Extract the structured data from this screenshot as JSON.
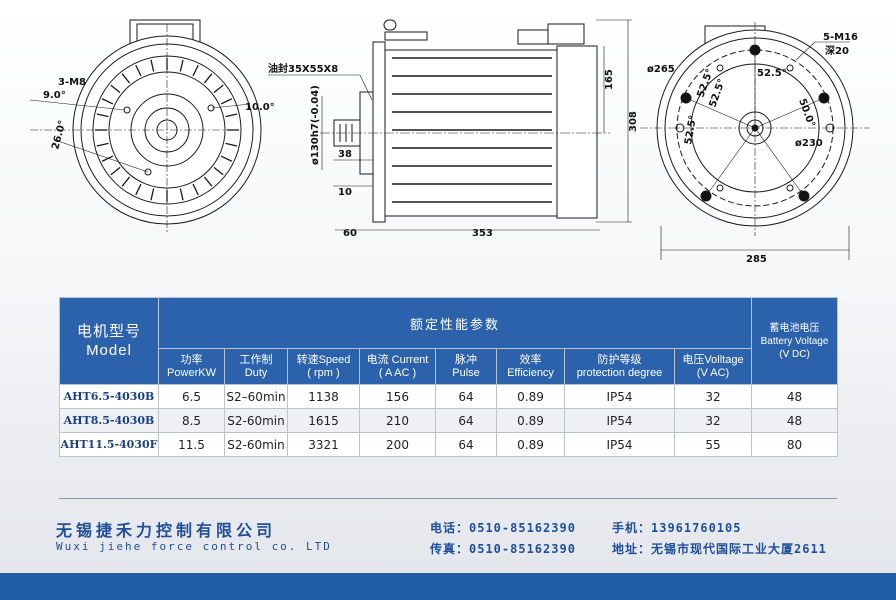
{
  "drawing": {
    "front_labels": [
      "3-M8",
      "9.0°",
      "10.0°",
      "26.0°"
    ],
    "side_labels": [
      "油封35X55X8",
      "ø130h7(-0.04)",
      "38",
      "10",
      "60",
      "353",
      "165",
      "308"
    ],
    "rear_labels": [
      "ø265",
      "52.5°",
      "52.5°",
      "52.5°",
      "50.0°",
      "52.5°",
      "ø230",
      "5-M16",
      "深20",
      "285"
    ]
  },
  "table": {
    "model_header_cn": "电机型号",
    "model_header_en": "Model",
    "rated_header": "额定性能参数",
    "battery_header_cn": "蓄电池电压",
    "battery_header_en": "Battery Voltage",
    "battery_header_unit": "(V DC)",
    "columns": [
      {
        "cn": "功率",
        "en": "PowerKW"
      },
      {
        "cn": "工作制",
        "en": "Duty"
      },
      {
        "cn": "转速Speed",
        "en": "( rpm )"
      },
      {
        "cn": "电流 Current",
        "en": "( A AC )"
      },
      {
        "cn": "脉冲",
        "en": "Pulse"
      },
      {
        "cn": "效率",
        "en": "Efficiency"
      },
      {
        "cn": "防护等级",
        "en": "protection degree"
      },
      {
        "cn": "电压Volltage",
        "en": "(V AC)"
      }
    ],
    "rows": [
      {
        "model": "AHT6.5-4030B",
        "power": "6.5",
        "duty": "S2–60min",
        "speed": "1138",
        "current": "156",
        "pulse": "64",
        "efficiency": "0.89",
        "protection": "IP54",
        "voltage": "32",
        "battery": "48"
      },
      {
        "model": "AHT8.5-4030B",
        "power": "8.5",
        "duty": "S2-60min",
        "speed": "1615",
        "current": "210",
        "pulse": "64",
        "efficiency": "0.89",
        "protection": "IP54",
        "voltage": "32",
        "battery": "48"
      },
      {
        "model": "AHT11.5-4030F",
        "power": "11.5",
        "duty": "S2-60min",
        "speed": "3321",
        "current": "200",
        "pulse": "64",
        "efficiency": "0.89",
        "protection": "IP54",
        "voltage": "55",
        "battery": "80"
      }
    ]
  },
  "footer": {
    "company_cn": "无锡捷禾力控制有限公司",
    "company_en": "Wuxi jiehe force control co. LTD",
    "phone": "电话：0510-85162390",
    "fax": "传真：0510-85162390",
    "mobile": "手机：13961760105",
    "address": "地址：无锡市现代国际工业大厦2611"
  },
  "colors": {
    "brand_blue": "#2b62ab",
    "bar_blue": "#205da8",
    "text_blue": "#1f4f9a"
  }
}
